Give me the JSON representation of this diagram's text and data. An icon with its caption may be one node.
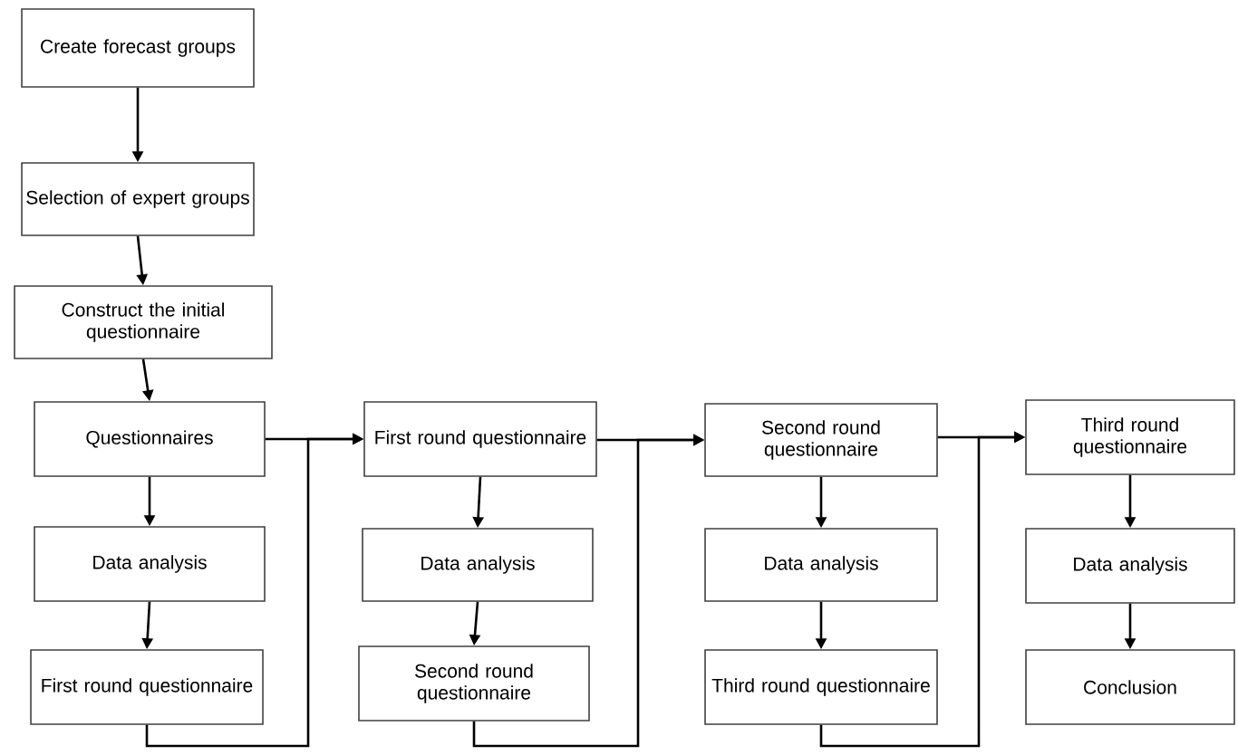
{
  "diagram": {
    "nodes": [
      {
        "text": [
          "Create forecast groups"
        ]
      },
      {
        "text": [
          "Selection of expert groups"
        ]
      },
      {
        "text": [
          "Construct the initial questionnaire"
        ]
      },
      {
        "text": [
          "Questionnaires"
        ]
      },
      {
        "text": [
          "Data analysis"
        ]
      },
      {
        "text": [
          "First round questionnaire"
        ]
      },
      {
        "text": [
          "First round questionnaire"
        ]
      },
      {
        "text": [
          "Data analysis"
        ]
      },
      {
        "text": [
          "Second round questionnaire"
        ]
      },
      {
        "text": [
          "Second round questionnaire"
        ]
      },
      {
        "text": [
          "Data analysis"
        ]
      },
      {
        "text": [
          "Third round questionnaire"
        ]
      },
      {
        "text": [
          "Third round questionnaire"
        ]
      },
      {
        "text": [
          "Data analysis"
        ]
      },
      {
        "text": [
          "Conclusion"
        ]
      }
    ],
    "edges": [
      {
        "from": 0,
        "to": 1,
        "arrow": "to"
      },
      {
        "from": 1,
        "to": 2,
        "arrow": "to"
      },
      {
        "from": 2,
        "to": 3,
        "arrow": "to"
      },
      {
        "from": 3,
        "to": 4,
        "arrow": "to"
      },
      {
        "from": 4,
        "to": 5,
        "arrow": "to"
      },
      {
        "from": 3,
        "to": 6,
        "arrow": "to"
      },
      {
        "from": 5,
        "to": 6,
        "arrow": "to"
      },
      {
        "from": 6,
        "to": 7,
        "arrow": "to"
      },
      {
        "from": 7,
        "to": 8,
        "arrow": "to"
      },
      {
        "from": 6,
        "to": 9,
        "arrow": "to"
      },
      {
        "from": 8,
        "to": 9,
        "arrow": "to"
      },
      {
        "from": 9,
        "to": 10,
        "arrow": "to"
      },
      {
        "from": 10,
        "to": 11,
        "arrow": "to"
      },
      {
        "from": 9,
        "to": 12,
        "arrow": "to"
      },
      {
        "from": 11,
        "to": 12,
        "arrow": "to"
      },
      {
        "from": 12,
        "to": 13,
        "arrow": "to"
      },
      {
        "from": 13,
        "to": 14,
        "arrow": "to"
      }
    ]
  }
}
